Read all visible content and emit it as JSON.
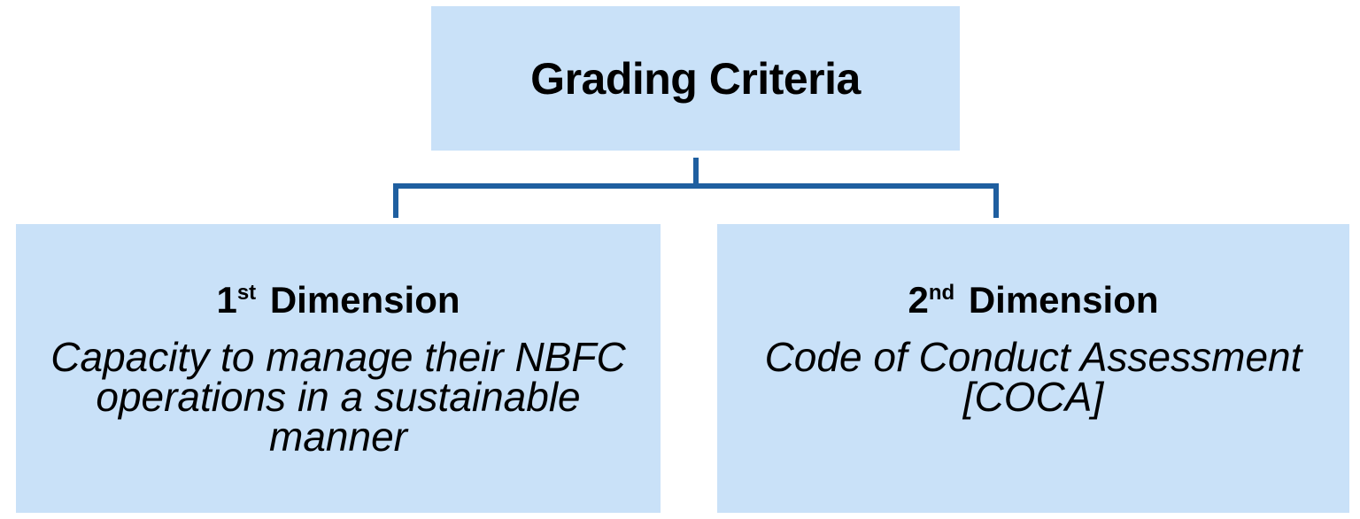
{
  "root": {
    "title": "Grading Criteria"
  },
  "children": [
    {
      "number": "1",
      "ordinal_suffix": "st",
      "heading": "Dimension",
      "description": "Capacity to manage their NBFC operations in a sustainable manner"
    },
    {
      "number": "2",
      "ordinal_suffix": "nd",
      "heading": "Dimension",
      "description": "Code of Conduct Assessment [COCA]"
    }
  ],
  "colors": {
    "box_fill": "#c9e1f8",
    "connector": "#1f5fa0"
  }
}
